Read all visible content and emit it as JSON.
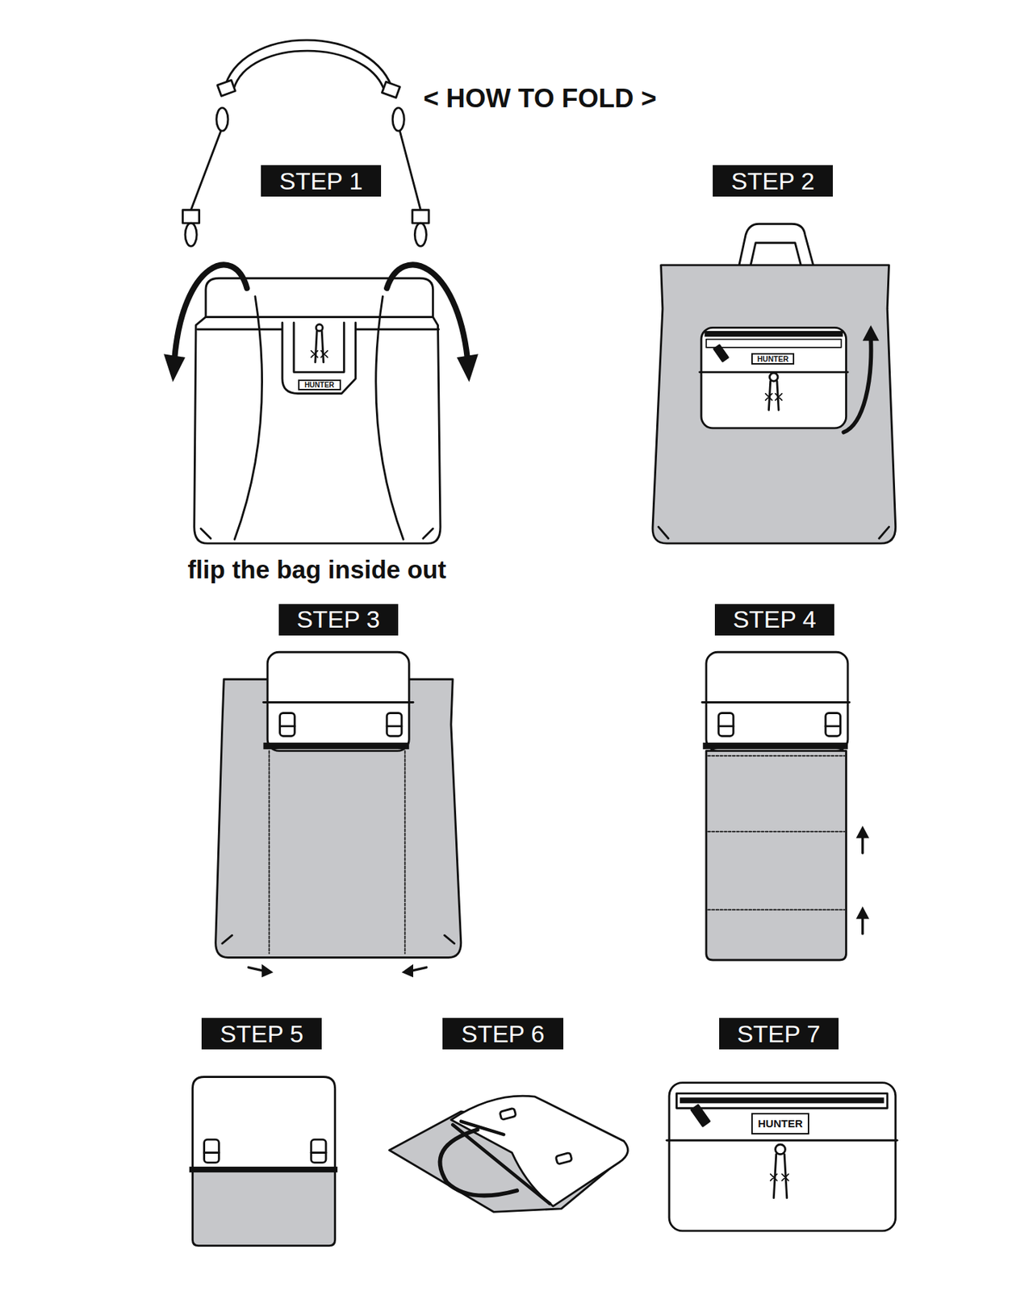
{
  "diagram": {
    "title": "< HOW TO FOLD >",
    "nodes": [
      {
        "text": [
          "STEP 1"
        ]
      },
      {
        "text": [
          "STEP 2"
        ]
      },
      {
        "text": [
          "HUNTER"
        ]
      },
      {
        "text": [
          "HUNTER"
        ]
      },
      {
        "text": [
          "STEP 3"
        ]
      },
      {
        "text": [
          "STEP 4"
        ]
      },
      {
        "text": [
          "STEP 5"
        ]
      },
      {
        "text": [
          "STEP 6"
        ]
      },
      {
        "text": [
          "STEP 7"
        ]
      },
      {
        "text": [
          "HUNTER"
        ]
      }
    ],
    "labels": [
      "flip the bag inside out"
    ]
  }
}
